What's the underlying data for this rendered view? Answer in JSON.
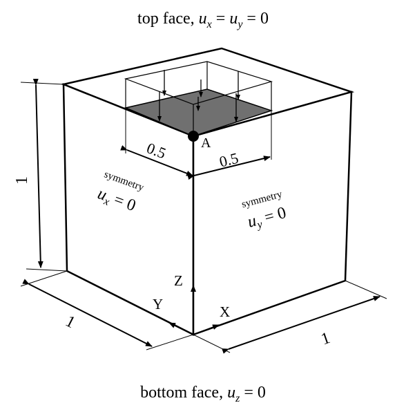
{
  "captions": {
    "top_prefix": "top face, ",
    "top_math": "u",
    "top_sub1": "x",
    "top_mid": " = ",
    "top_math2": "u",
    "top_sub2": "y",
    "top_end": " = 0",
    "bottom_prefix": "bottom face, ",
    "bottom_math": "u",
    "bottom_sub": "z",
    "bottom_end": " = 0"
  },
  "labels": {
    "point_a": "A",
    "dim_half_left": "0.5",
    "dim_half_right": "0.5",
    "dim_height": "1",
    "dim_left_bottom": "1",
    "dim_right_bottom": "1",
    "axis_z": "Z",
    "axis_y": "Y",
    "axis_x": "X",
    "sym_left_word": "symmetry",
    "sym_left_u": "u",
    "sym_left_sub": "x",
    "sym_left_eq": " = 0",
    "sym_right_word": "symmetry",
    "sym_right_u": "u",
    "sym_right_sub": "y",
    "sym_right_eq": " = 0"
  },
  "colors": {
    "edge": "#000000",
    "loaded_area": "#707070"
  }
}
